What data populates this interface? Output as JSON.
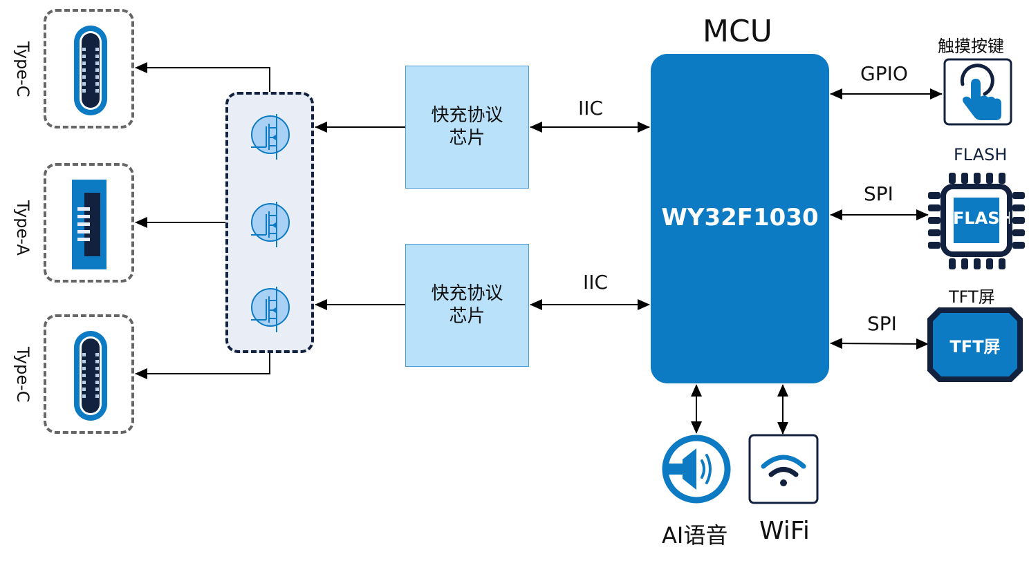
{
  "diagram": {
    "ports": [
      {
        "label": "Type-C",
        "type": "usb-c"
      },
      {
        "label": "Type-A",
        "type": "usb-a"
      },
      {
        "label": "Type-C",
        "type": "usb-c"
      }
    ],
    "mosfet_count": 3,
    "protocol_chips": [
      {
        "line1": "快充协议",
        "line2": "芯片",
        "bus": "IIC"
      },
      {
        "line1": "快充协议",
        "line2": "芯片",
        "bus": "IIC"
      }
    ],
    "mcu": {
      "title": "MCU",
      "part_number": "WY32F1030"
    },
    "peripherals": {
      "touch": {
        "label": "触摸按键",
        "bus": "GPIO"
      },
      "flash": {
        "label": "FLASH",
        "chip_text": "FLASH",
        "bus": "SPI"
      },
      "tft": {
        "label": "TFT屏",
        "screen_text": "TFT屏",
        "bus": "SPI"
      },
      "voice": {
        "label": "AI语音"
      },
      "wifi": {
        "label": "WiFi"
      }
    },
    "colors": {
      "primary_blue": "#0d7ac4",
      "dark_navy": "#12213d",
      "light_blue_chip": "#b9e2fa",
      "panel_bg": "#e9eef6",
      "dashed_gray": "#666666"
    }
  }
}
